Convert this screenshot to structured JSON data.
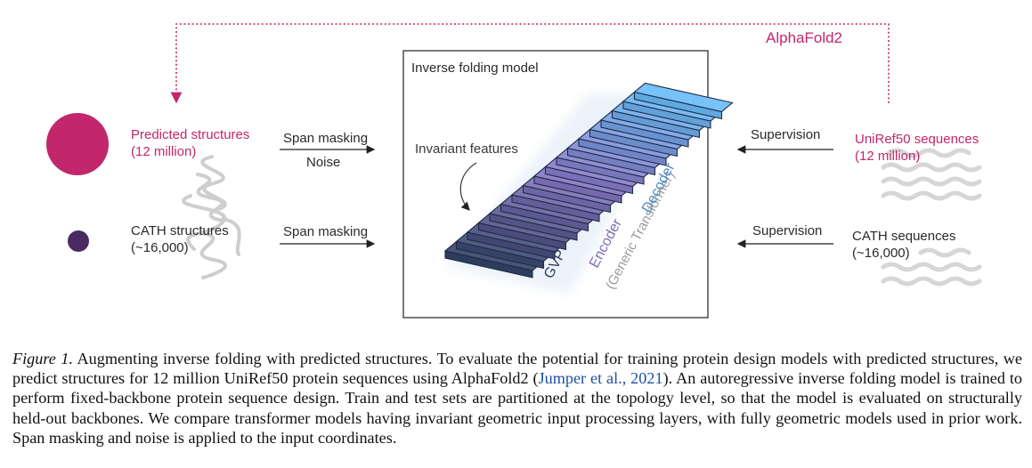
{
  "figure": {
    "alphafold_label": "AlphaFold2",
    "model_box_title": "Inverse folding model",
    "invariant_features_label": "Invariant features",
    "stack_labels": {
      "gvp": "GVP",
      "encoder": "Encoder",
      "decoder": "Decoder",
      "generic_transformer": "(Generic Transformer)"
    },
    "left": {
      "predicted_title": "Predicted structures",
      "predicted_count": "(12 million)",
      "cath_title": "CATH structures",
      "cath_count": "(~16,000)",
      "arrow1_top": "Span masking",
      "arrow1_bottom": "Noise",
      "arrow2_top": "Span masking"
    },
    "right": {
      "uniref_title": "UniRef50 sequences",
      "uniref_count": "(12 million)",
      "cath_seq_title": "CATH sequences",
      "cath_seq_count": "(~16,000)",
      "supervision1": "Supervision",
      "supervision2": "Supervision"
    },
    "colors": {
      "magenta": "#c2266b",
      "purple_dot": "#4a2a60",
      "gvp_dark": "#2e3c5e",
      "encoder_purple": "#7d6cb4",
      "decoder_blue": "#5ea9e0",
      "gray_wave": "#d9d9d9"
    },
    "icons": [
      "predicted-structure-circle",
      "cath-structure-circle",
      "protein-ribbon-icon",
      "sequence-wave-icon"
    ]
  },
  "caption": {
    "figure_label": "Figure 1.",
    "text_before_cite": " Augmenting inverse folding with predicted structures. To evaluate the potential for training protein design models with predicted structures, we predict structures for 12 million UniRef50 protein sequences using AlphaFold2 (",
    "citation": "Jumper et al., 2021",
    "text_after_cite": "). An autoregressive inverse folding model is trained to perform fixed-backbone protein sequence design. Train and test sets are partitioned at the topology level, so that the model is evaluated on structurally held-out backbones. We compare transformer models having invariant geometric input processing layers, with fully geometric models used in prior work. Span masking and noise is applied to the input coordinates."
  }
}
